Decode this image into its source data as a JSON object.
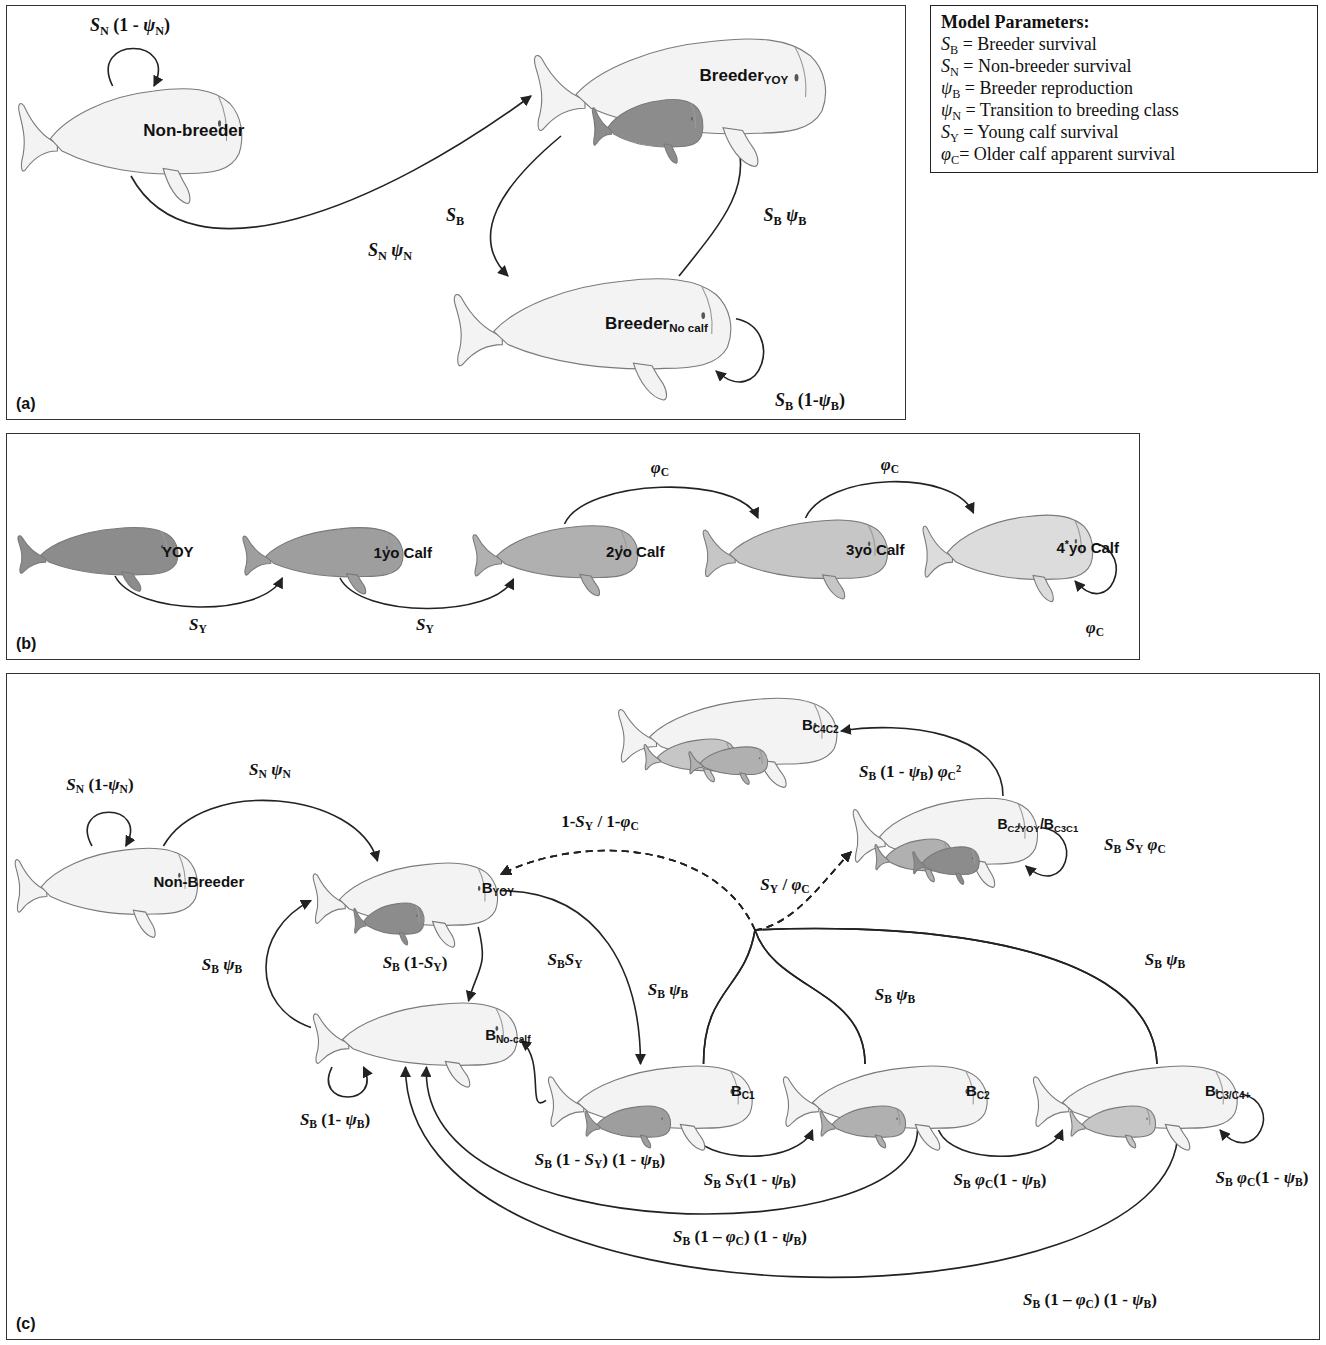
{
  "diagram": {
    "nodes": [
      {
        "text": [
          "(a)"
        ]
      },
      {
        "text": [
          "Non-breeder"
        ],
        "in": 0
      },
      {
        "text": [
          "BreederYOY"
        ],
        "in": 0
      },
      {
        "text": [
          "BreederNo calf"
        ],
        "in": 0
      },
      {
        "text": [
          "Model Parameters:",
          "SB = Breeder survival",
          "SN = Non-breeder survival",
          "ψB = Breeder reproduction",
          "ψN = Transition to breeding class",
          "SY = Young calf survival",
          "φC= Older calf apparent survival"
        ]
      },
      {
        "text": [
          "(b)"
        ]
      },
      {
        "text": [
          "YOY"
        ],
        "in": 5
      },
      {
        "text": [
          "1yo Calf"
        ],
        "in": 5
      },
      {
        "text": [
          "2yo Calf"
        ],
        "in": 5
      },
      {
        "text": [
          "3yo Calf"
        ],
        "in": 5
      },
      {
        "text": [
          "4*yo Calf"
        ],
        "in": 5
      },
      {
        "text": [
          "(c)"
        ]
      },
      {
        "text": [
          "Non-Breeder"
        ],
        "in": 11
      },
      {
        "text": [
          "BYOY"
        ],
        "in": 11
      },
      {
        "text": [
          "BNo-calf"
        ],
        "in": 11
      },
      {
        "text": [
          "BC1"
        ],
        "in": 11
      },
      {
        "text": [
          "BC2"
        ],
        "in": 11
      },
      {
        "text": [
          "BC3/C4+"
        ],
        "in": 11
      },
      {
        "text": [
          "BC2YOY/BC3C1"
        ],
        "in": 11
      },
      {
        "text": [
          "BC4C2"
        ],
        "in": 11
      }
    ],
    "edges": [
      {
        "from": 1,
        "to": 1,
        "label": "SN (1 - ψN)",
        "arrow": "to"
      },
      {
        "from": 1,
        "to": 2,
        "label": "SN ψN",
        "arrow": "to"
      },
      {
        "from": 2,
        "to": 3,
        "label": "SB",
        "arrow": "to"
      },
      {
        "from": 3,
        "to": 2,
        "label": "SB ψB",
        "arrow": "to"
      },
      {
        "from": 3,
        "to": 3,
        "label": "SB (1-ψB)",
        "arrow": "to"
      },
      {
        "from": 6,
        "to": 7,
        "label": "SY",
        "arrow": "to"
      },
      {
        "from": 7,
        "to": 8,
        "label": "SY",
        "arrow": "to"
      },
      {
        "from": 8,
        "to": 9,
        "label": "φC",
        "arrow": "to"
      },
      {
        "from": 9,
        "to": 10,
        "label": "φC",
        "arrow": "to"
      },
      {
        "from": 10,
        "to": 10,
        "label": "φC",
        "arrow": "to"
      },
      {
        "from": 12,
        "to": 12,
        "label": "SN (1-ψN)",
        "arrow": "to"
      },
      {
        "from": 12,
        "to": 13,
        "label": "SN ψN",
        "arrow": "to"
      },
      {
        "from": 14,
        "to": 13,
        "label": "SB ψB",
        "arrow": "to"
      },
      {
        "from": 13,
        "to": 14,
        "label": "SB (1-SY)",
        "arrow": "to"
      },
      {
        "from": 13,
        "to": 15,
        "label": "SBSY",
        "arrow": "to"
      },
      {
        "from": 14,
        "to": 14,
        "label": "SB (1- ψB)",
        "arrow": "to"
      },
      {
        "from": 15,
        "to": 14,
        "label": "SB (1 - SY) (1 - ψB)",
        "arrow": "to"
      },
      {
        "from": 15,
        "to": 16,
        "label": "SB SY(1 - ψB)",
        "arrow": "to"
      },
      {
        "from": 16,
        "to": 17,
        "label": "SB φC(1 - ψB)",
        "arrow": "to"
      },
      {
        "from": 16,
        "to": 14,
        "label": "SB (1 – φC) (1 - ψB)",
        "arrow": "to"
      },
      {
        "from": 17,
        "to": 14,
        "label": "SB (1 – φC) (1 - ψB)",
        "arrow": "to"
      },
      {
        "from": 17,
        "to": 17,
        "label": "SB φC(1 - ψB)",
        "arrow": "to"
      },
      {
        "from": 15,
        "to": 13,
        "label": "SB ψB",
        "arrow": "to"
      },
      {
        "from": 15,
        "to": 18,
        "label": "SY / φC",
        "arrow": "to"
      },
      {
        "from": 16,
        "to": 13,
        "label": "1-SY / 1-φC",
        "arrow": "to"
      },
      {
        "from": 16,
        "to": 18,
        "label": "SB ψB",
        "arrow": "to"
      },
      {
        "from": 17,
        "to": 13,
        "label": "SB ψB",
        "arrow": "to"
      },
      {
        "from": 17,
        "to": 18,
        "arrow": "to"
      },
      {
        "from": 18,
        "to": 18,
        "label": "SB SY φC",
        "arrow": "to"
      },
      {
        "from": 18,
        "to": 19,
        "label": "SB (1 - ψB) φC²",
        "arrow": "to"
      }
    ]
  }
}
